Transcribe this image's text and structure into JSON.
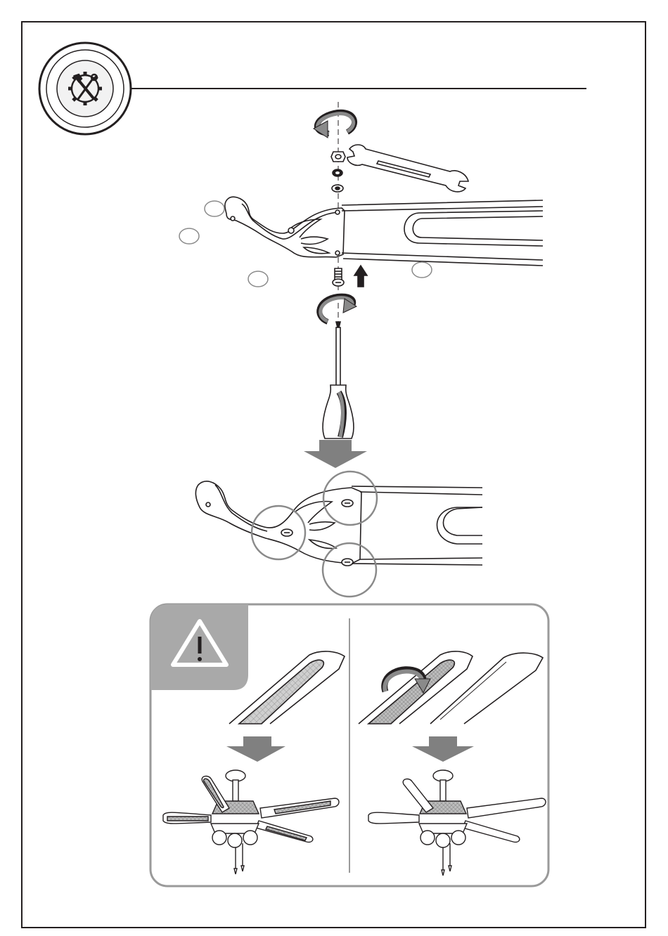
{
  "document": {
    "type": "assembly-instruction-page",
    "step_icon": "tools-gear-icon",
    "colors": {
      "line": "#231f20",
      "callout": "#8a8a8a",
      "panel_border": "#9a9a9a",
      "warning_bg": "#a9a9a9",
      "arrow_fill": "#7f7f7f",
      "mesh": "#c8c8c8"
    },
    "top_figure": {
      "parts_callouts": [
        "",
        "",
        "",
        ""
      ],
      "icons": [
        "wrench-icon",
        "nut-icon",
        "lock-washer-icon",
        "washer-icon",
        "screw-icon",
        "screwdriver-icon",
        "rotate-arrow-icon",
        "up-arrow-icon"
      ]
    },
    "middle_figure": {
      "detail_circles": 3,
      "icons": [
        "down-arrow-icon",
        "blade-bracket-icon"
      ]
    },
    "panel": {
      "warning_icon": "warning-triangle-icon",
      "left_option": {
        "blade_side": "patterned",
        "result": "ceiling-fan-patterned-blades"
      },
      "right_option": {
        "blade_side": "plain",
        "result": "ceiling-fan-plain-blades",
        "icon": "flip-arrow-icon"
      }
    }
  }
}
